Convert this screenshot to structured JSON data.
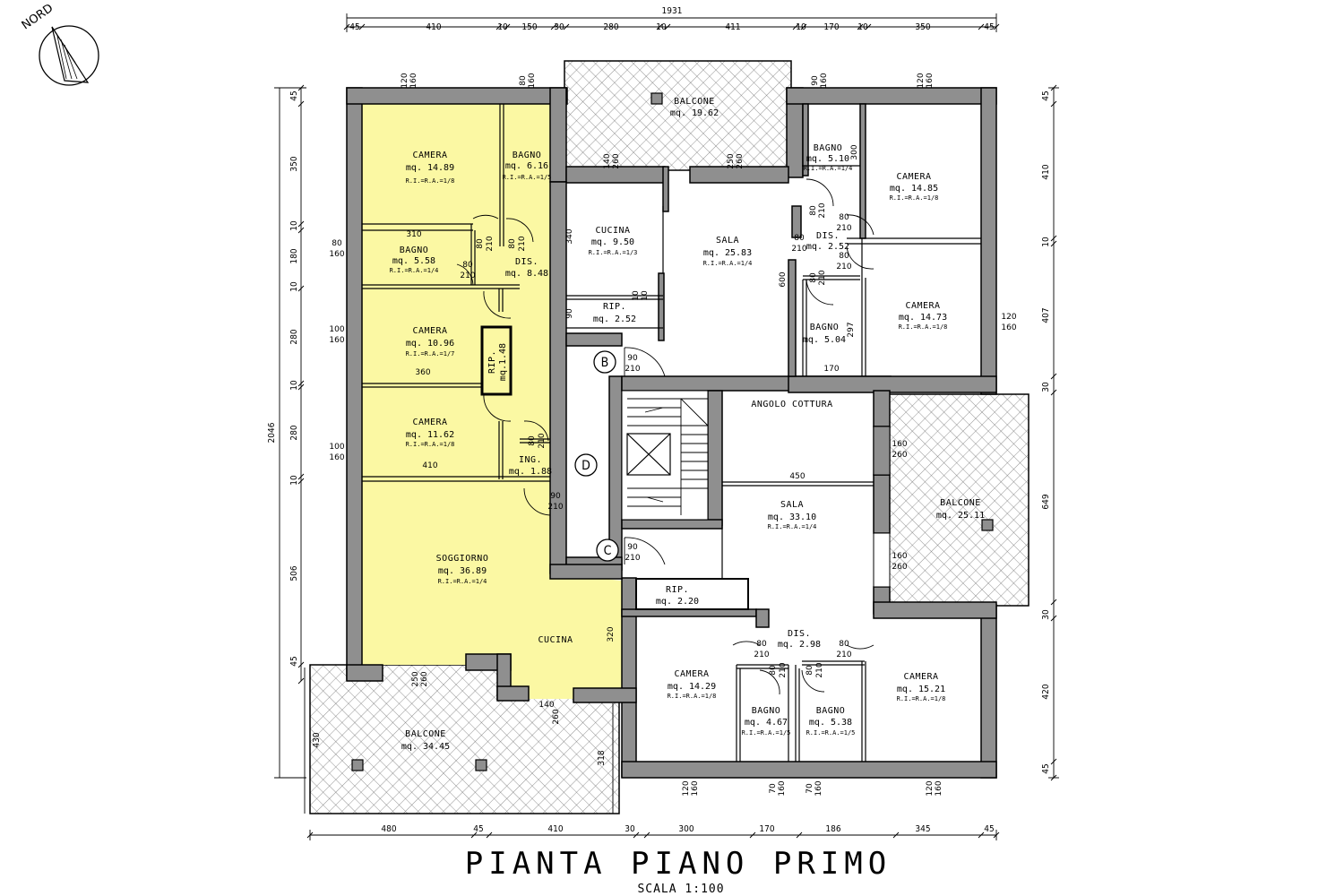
{
  "colors": {
    "highlight": "#fbf8a3",
    "wall": "#8f8f8f",
    "balcony_hatch": "#555555"
  },
  "north_label": "NORD",
  "title": "PIANTA PIANO PRIMO",
  "scale_label": "SCALA 1:100",
  "dims": {
    "top_total": "1931",
    "top": [
      "45",
      "410",
      "10",
      "150",
      "30",
      "280",
      "10",
      "411",
      "10",
      "170",
      "10",
      "350",
      "45"
    ],
    "bottom": [
      "480",
      "45",
      "410",
      "30",
      "300",
      "170",
      "186",
      "345",
      "45"
    ],
    "left_total": "2046",
    "left": [
      "45",
      "350",
      "10",
      "180",
      "10",
      "280",
      "10",
      "280",
      "10",
      "506",
      "45"
    ],
    "right": [
      "45",
      "410",
      "10",
      "407",
      "30",
      "649",
      "30",
      "420",
      "45"
    ],
    "bal_left": "430",
    "bal_right": "318"
  },
  "rooms": {
    "camera_tl": {
      "name": "CAMERA",
      "area": "mq.  14.89",
      "ratio": "R.I.=R.A.=1/8"
    },
    "bagno_tl": {
      "name": "BAGNO",
      "area": "mq.  6.16",
      "ratio": "R.I.=R.A.=1/5"
    },
    "bagno_l": {
      "name": "BAGNO",
      "area": "mq.  5.58",
      "ratio": "R.I.=R.A.=1/4"
    },
    "dis_l": {
      "name": "DIS.",
      "area": "mq.  8.48"
    },
    "camera_l2": {
      "name": "CAMERA",
      "area": "mq.  10.96",
      "ratio": "R.I.=R.A.=1/7"
    },
    "rip_l": {
      "name": "RIP.",
      "area": "mq.1.48"
    },
    "camera_l3": {
      "name": "CAMERA",
      "area": "mq.  11.62",
      "ratio": "R.I.=R.A.=1/8"
    },
    "ing": {
      "name": "ING.",
      "area": "mq.  1.88"
    },
    "soggiorno": {
      "name": "SOGGIORNO",
      "area": "mq.  36.89",
      "ratio": "R.I.=R.A.=1/4"
    },
    "cucina_l": {
      "name": "CUCINA"
    },
    "balcone_bl": {
      "name": "BALCONE",
      "area": "mq.  34.45"
    },
    "balcone_top": {
      "name": "BALCONE",
      "area": "mq.  19.62"
    },
    "cucina_t": {
      "name": "CUCINA",
      "area": "mq.  9.50",
      "ratio": "R.I.=R.A.=1/3"
    },
    "sala_t": {
      "name": "SALA",
      "area": "mq.  25.83",
      "ratio": "R.I.=R.A.=1/4"
    },
    "rip_t": {
      "name": "RIP.",
      "area": "mq.  2.52"
    },
    "bagno_tr": {
      "name": "BAGNO",
      "area": "mq.  5.10",
      "ratio": "R.I.=R.A.=1/4"
    },
    "camera_tr": {
      "name": "CAMERA",
      "area": "mq.  14.85",
      "ratio": "R.I.=R.A.=1/8"
    },
    "dis_tr": {
      "name": "DIS.",
      "area": "mq.  2.52"
    },
    "camera_r2": {
      "name": "CAMERA",
      "area": "mq.  14.73",
      "ratio": "R.I.=R.A.=1/8"
    },
    "bagno_r2": {
      "name": "BAGNO",
      "area": "mq.  5.04"
    },
    "angolo": {
      "name": "ANGOLO  COTTURA"
    },
    "sala_b": {
      "name": "SALA",
      "area": "mq.  33.10",
      "ratio": "R.I.=R.A.=1/4"
    },
    "balcone_r": {
      "name": "BALCONE",
      "area": "mq.  25.11"
    },
    "rip_b": {
      "name": "RIP.",
      "area": "mq.  2.20"
    },
    "dis_b": {
      "name": "DIS.",
      "area": "mq.  2.98"
    },
    "camera_b1": {
      "name": "CAMERA",
      "area": "mq.  14.29",
      "ratio": "R.I.=R.A.=1/8"
    },
    "bagno_b1": {
      "name": "BAGNO",
      "area": "mq.  4.67",
      "ratio": "R.I.=R.A.=1/5"
    },
    "bagno_b2": {
      "name": "BAGNO",
      "area": "mq.  5.38",
      "ratio": "R.I.=R.A.=1/5"
    },
    "camera_b2": {
      "name": "CAMERA",
      "area": "mq.  15.21",
      "ratio": "R.I.=R.A.=1/8"
    }
  },
  "stair_labels": {
    "b": "B",
    "c": "C",
    "d": "D"
  },
  "labels": {
    "w120": "120",
    "w160": "160",
    "w80": "80",
    "w100": "100",
    "w90": "90",
    "w70": "70",
    "d210": "210",
    "w140": "140",
    "w260": "260",
    "w250": "250",
    "m310": "310",
    "m360": "360",
    "m410": "410",
    "m340": "340",
    "m600": "600",
    "m300": "300",
    "m297": "297",
    "m170": "170",
    "m450": "450",
    "m320": "320",
    "m90": "90",
    "m10": "10"
  }
}
